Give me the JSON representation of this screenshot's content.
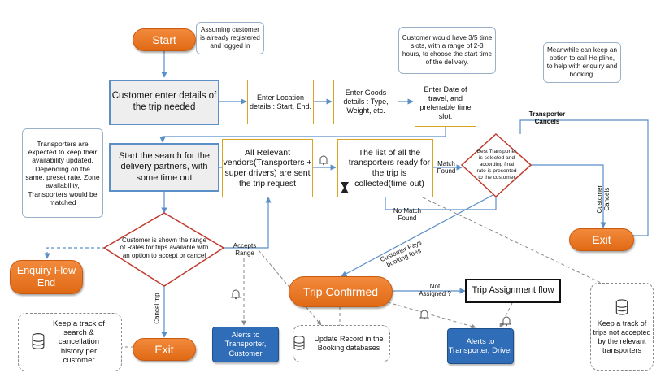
{
  "nodes": {
    "start": "Start",
    "customer_enter": "Customer enter details of the trip needed",
    "enter_location": "Enter Location details : Start, End.",
    "enter_goods": "Enter Goods details : Type, Weight, etc.",
    "enter_date": "Enter Date of travel, and preferrable time slot.",
    "start_search": "Start the search for the delivery partners, with some time out",
    "all_vendors": "All Relevant vendors(Transporters + super drivers) are sent the trip request",
    "list_transporters": "The list of all the transporters ready for the trip is collected(time out)",
    "best_transporter": "Best Transporter is selected and according final rate is presented to the customer",
    "rates_decision": "Customer is shown the range of Rates for trips available with an option to accept or cancel",
    "enquiry_end": "Enquiry Flow End",
    "exit_bottom": "Exit",
    "exit_right": "Exit",
    "trip_confirmed": "Trip Confirmed",
    "trip_assignment": "Trip Assignment flow",
    "alerts_transporter_customer": "Alerts to Transporter, Customer",
    "alerts_transporter_driver": "Alerts to Transporter, Driver",
    "update_record": "Update Record in the Booking databases"
  },
  "notes": {
    "assuming": "Assuming customer is already registered and logged in",
    "time_slots": "Customer would have 3/5 time slots, with a range of 2-3 hours, to choose the start time of the delivery.",
    "helpline": "Meanwhile can keep an option to call Helpline, to help with enquiry and booking.",
    "transporters_expected": "Transporters are expected to keep their availability updated. Depending on the same, preset rate, Zone availability, Transporters would be matched",
    "track_search": "Keep a track of search & cancellation history per customer",
    "track_trips": "Keep a track of trips not accepted by the relevant transporters"
  },
  "labels": {
    "transporter_cancels": "Transporter Cancels",
    "match_found": "Match Found",
    "no_match_found": "No Match Found",
    "customer_cancels": "Customer Cancels",
    "customer_pays": "Customer Pays booking fees",
    "accepts_range": "Accepts Range",
    "cancel_trip": "Cancel trip",
    "not_assigned": "Not Assigned ?"
  },
  "colors": {
    "orange": "#e8762a",
    "blue_border": "#5b8fc7",
    "gold_border": "#d9a520",
    "blue_fill": "#2f6db8",
    "line": "#5b8fc7"
  },
  "icons": [
    "bell-icon",
    "hourglass-icon",
    "database-icon"
  ]
}
